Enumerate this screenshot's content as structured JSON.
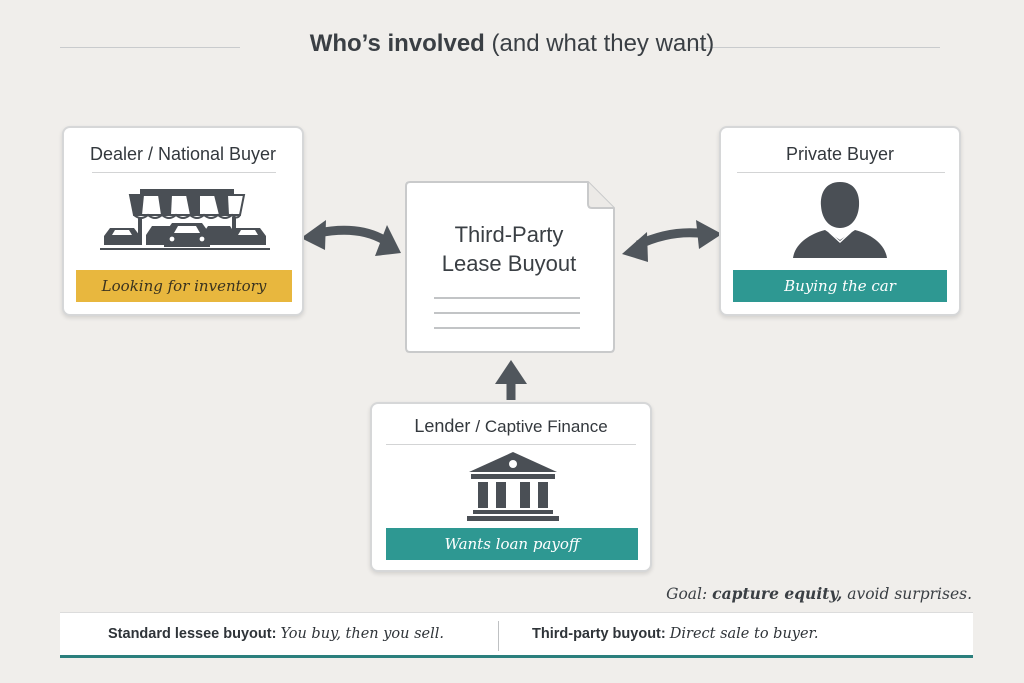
{
  "header": {
    "title_bold": "Who’s involved",
    "title_rest": "(and what they want)"
  },
  "nodes": {
    "dealer": {
      "title": "Dealer / National Buyer",
      "tag": "Looking for inventory",
      "tag_color": "#e8b73e",
      "icon": "storefront-with-cars-icon"
    },
    "center": {
      "title_line1": "Third-Party",
      "title_line2": "Lease Buyout",
      "icon": "document-icon"
    },
    "private": {
      "title": "Private Buyer",
      "tag": "Buying the car",
      "tag_color": "#2e9892",
      "icon": "person-icon"
    },
    "lender": {
      "title_bold": "Lender",
      "title_rest": "/ Captive Finance",
      "tag": "Wants loan payoff",
      "tag_color": "#2e9892",
      "icon": "bank-icon"
    }
  },
  "goal": {
    "prefix": "Goal:",
    "emphasis": "capture equity,",
    "suffix": "avoid surprises."
  },
  "footer": {
    "standard_label": "Standard lessee buyout:",
    "standard_text": "You buy, then you sell.",
    "thirdparty_label": "Third-party buyout:",
    "thirdparty_text": "Direct sale to buyer.",
    "accent_color": "#2b7f7d"
  }
}
